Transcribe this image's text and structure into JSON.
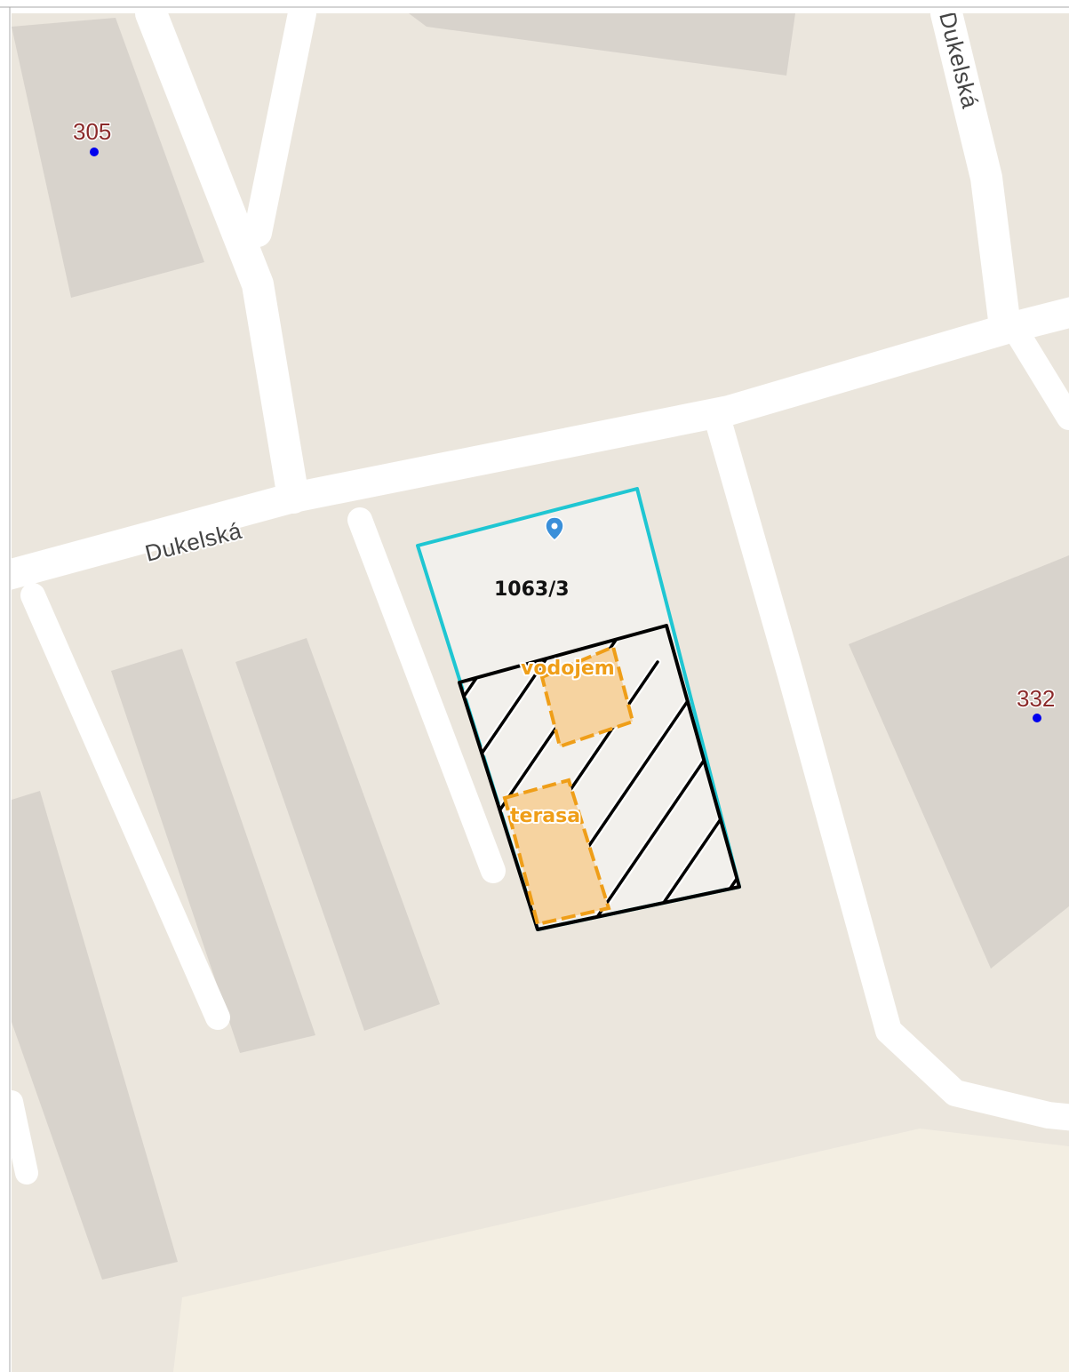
{
  "map": {
    "streets": [
      {
        "id": "dukelska-horizontal",
        "label": "Dukelská"
      },
      {
        "id": "dukelska-vertical",
        "label": "Dukelská"
      }
    ],
    "address_points": [
      {
        "id": "305",
        "label": "305"
      },
      {
        "id": "332",
        "label": "332"
      }
    ],
    "parcel": {
      "label": "1063/3",
      "marker_icon": "location-pin-icon"
    },
    "features": {
      "vodojem": {
        "label": "vodojem"
      },
      "terasa": {
        "label": "terasa"
      }
    },
    "colors": {
      "land": "#ebe6dd",
      "building": "#d8d3cc",
      "road": "#ffffff",
      "parcel_fill": "#f2f0ec",
      "parcel_border": "#1fc6d2",
      "hatch_border": "#000000",
      "feature_fill": "#f6d3a0",
      "feature_border": "#ef9e18",
      "address_point": "#0000ee",
      "pin": "#3a8fd9"
    }
  }
}
